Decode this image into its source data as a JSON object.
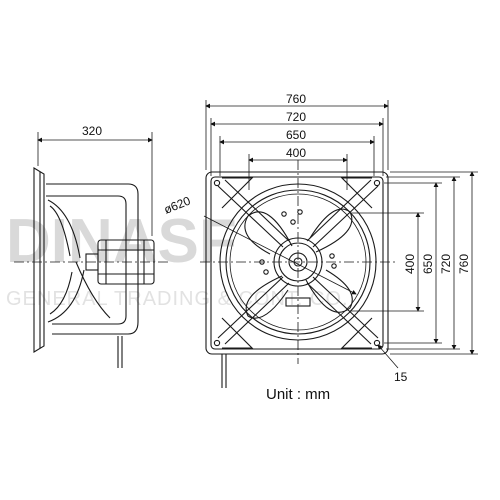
{
  "side_view": {
    "depth": "320"
  },
  "front_view": {
    "width_outer": "760",
    "width_mid": "720",
    "width_inner": "650",
    "width_hole": "400",
    "height_hole": "400",
    "height_inner": "650",
    "height_mid": "720",
    "height_outer": "760",
    "diameter": "ø620",
    "mount_hole": "15"
  },
  "unit_label": "Unit : mm",
  "watermark": {
    "brand": "DINASF",
    "company": "GENERAL TRADING & CONT. CO."
  },
  "colors": {
    "line": "#1a1a1a",
    "watermark": "#d9d9d9"
  }
}
